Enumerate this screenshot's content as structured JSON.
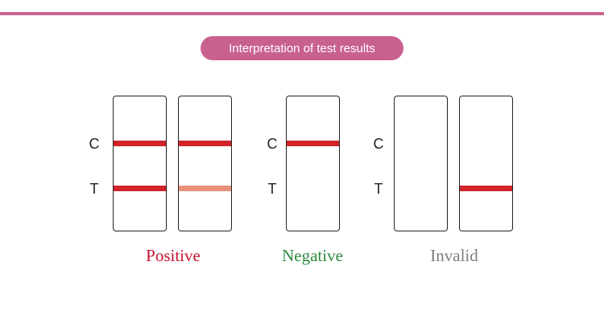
{
  "title": "Interpretation of test results",
  "labels": {
    "control": "C",
    "test": "T"
  },
  "results": {
    "positive": "Positive",
    "negative": "Negative",
    "invalid": "Invalid"
  },
  "colors": {
    "accent": "#c9618f",
    "band_red": "#d0232a",
    "band_faint": "#e8927a",
    "positive": "#c8102e",
    "negative": "#2e8b3e",
    "invalid": "#7d7d7d"
  }
}
